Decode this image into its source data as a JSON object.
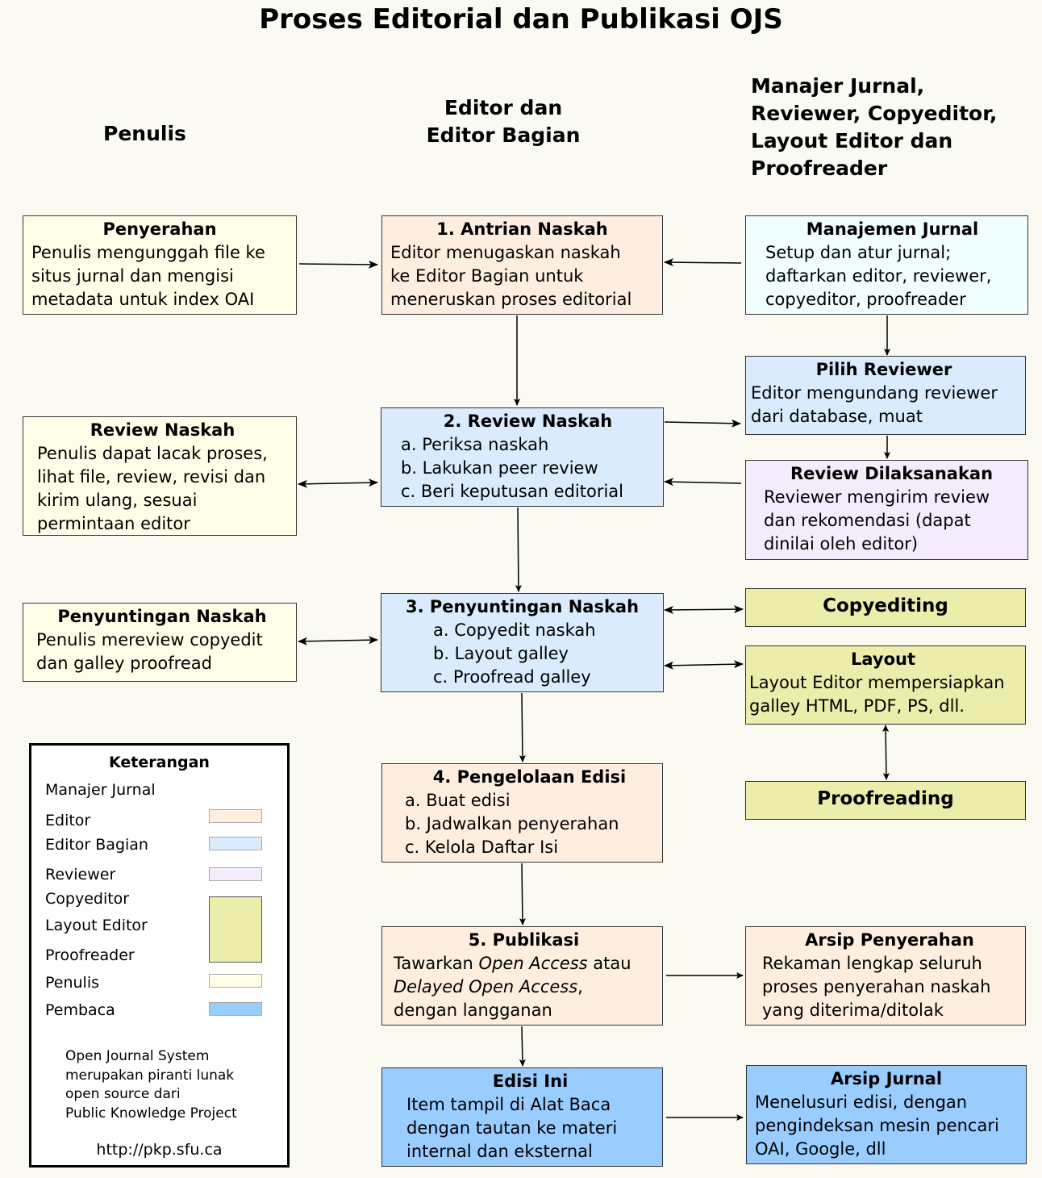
{
  "title": "Proses Editorial dan Publikasi OJS",
  "columns": {
    "penulis": "Penulis",
    "editor": "Editor dan\nEditor Bagian",
    "manajer": "Manajer Jurnal,\nReviewer, Copyeditor,\nLayout Editor dan\nProofreader"
  },
  "colors": {
    "editor": "#feeee0",
    "editor_bagian": "#d9ebfc",
    "reviewer": "#f4ecfd",
    "copyeditor": "#ecedab",
    "penulis": "#fefee8",
    "pembaca": "#99ccff",
    "manajer": "#f0feff"
  },
  "boxes": {
    "penyerahan": {
      "title": "Penyerahan",
      "body": "Penulis mengunggah file ke\nsitus jurnal dan mengisi\nmetadata untuk index OAI"
    },
    "antrian": {
      "title": "1. Antrian Naskah",
      "body": "Editor menugaskan naskah\nke Editor Bagian untuk\nmeneruskan proses editorial"
    },
    "manajemen": {
      "title": "Manajemen Jurnal",
      "body": "Setup dan atur jurnal;\ndaftarkan editor, reviewer,\ncopyeditor, proofreader"
    },
    "pilih_reviewer": {
      "title": "Pilih Reviewer",
      "body": "Editor mengundang reviewer\ndari database, muat"
    },
    "review_penulis": {
      "title": "Review Naskah",
      "body": "Penulis dapat lacak proses,\nlihat file, review, revisi dan\nkirim ulang, sesuai\npermintaan editor"
    },
    "review": {
      "title": "2. Review Naskah",
      "body": "a. Periksa naskah\nb. Lakukan peer review\nc. Beri keputusan editorial"
    },
    "review_dilaksanakan": {
      "title": "Review Dilaksanakan",
      "body": "Reviewer mengirim review\ndan rekomendasi (dapat\ndinilai oleh editor)"
    },
    "copyediting": {
      "title": "Copyediting"
    },
    "penyuntingan_penulis": {
      "title": "Penyuntingan Naskah",
      "body": "Penulis mereview copyedit\ndan galley proofread"
    },
    "penyuntingan": {
      "title": "3. Penyuntingan Naskah",
      "body": "a. Copyedit naskah\nb. Layout galley\nc. Proofread galley"
    },
    "layout": {
      "title": "Layout",
      "body": "Layout Editor mempersiapkan\ngalley HTML, PDF, PS, dll."
    },
    "proofreading": {
      "title": "Proofreading"
    },
    "pengelolaan": {
      "title": "4. Pengelolaan Edisi",
      "body": "a. Buat edisi\nb. Jadwalkan penyerahan\nc. Kelola Daftar Isi"
    },
    "publikasi": {
      "title": "5. Publikasi",
      "body_1": "Tawarkan ",
      "body_2": "Open Access",
      "body_3": " atau",
      "body_4": "Delayed Open Access",
      "body_5": ",",
      "body_6": "dengan langganan"
    },
    "arsip_penyerahan": {
      "title": "Arsip Penyerahan",
      "body": "Rekaman lengkap seluruh\nproses penyerahan naskah\nyang diterima/ditolak"
    },
    "edisi_ini": {
      "title": "Edisi Ini",
      "body": "Item tampil di Alat Baca\ndengan tautan ke materi\ninternal dan eksternal"
    },
    "arsip_jurnal": {
      "title": "Arsip Jurnal",
      "body": "Menelusuri edisi, dengan\npengindeksan mesin pencari\nOAI, Google, dll"
    }
  },
  "legend": {
    "title": "Keterangan",
    "items": [
      "Manajer Jurnal",
      "Editor",
      "Editor Bagian",
      "Reviewer",
      "Copyeditor",
      "Layout Editor",
      "Proofreader",
      "Penulis",
      "Pembaca"
    ],
    "note": "Open Journal System\nmerupakan piranti lunak\nopen source dari\nPublic Knowledge Project",
    "url": "http://pkp.sfu.ca"
  }
}
